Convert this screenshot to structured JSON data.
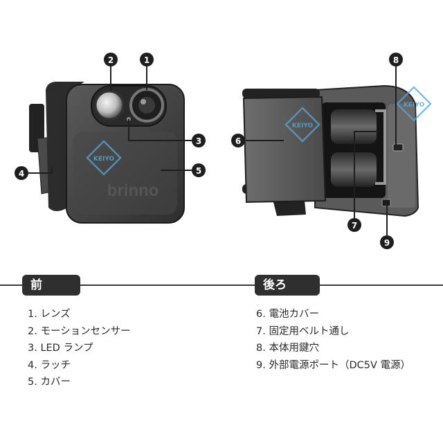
{
  "watermark": "KEIYO",
  "brand_logo": "brinno",
  "callouts": [
    "1",
    "2",
    "3",
    "4",
    "5",
    "6",
    "7",
    "8",
    "9"
  ],
  "front": {
    "title": "前",
    "items": [
      "1. レンズ",
      "2. モーションセンサー",
      "3. LED ランプ",
      "4. ラッチ",
      "5. カバー"
    ]
  },
  "back": {
    "title": "後ろ",
    "items": [
      "6. 電池カバー",
      "7. 固定用ベルト通し",
      "8. 本体用鍵穴",
      "9. 外部電源ポート（DC5V 電源）"
    ]
  },
  "colors": {
    "callout": "#1e1e1e",
    "watermark": "#5aa6d6",
    "tab": "#2f2f2f",
    "body": "#3c3c3c"
  }
}
